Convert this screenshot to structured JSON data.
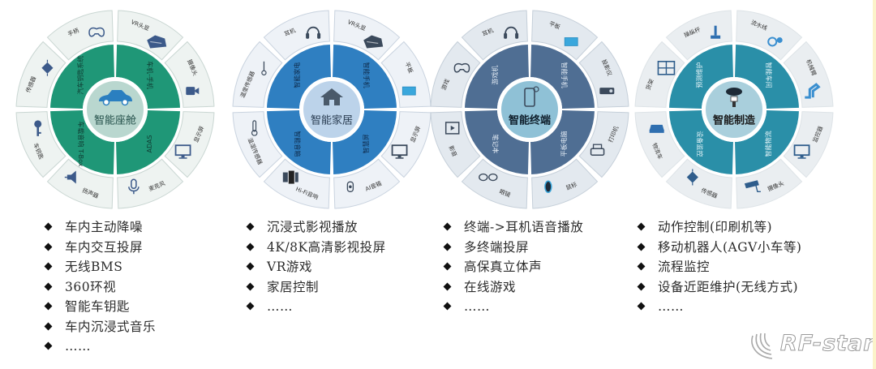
{
  "diagrams": [
    {
      "id": "cockpit",
      "center_label": "智能座舱",
      "center_icon": "car-icon",
      "colors": {
        "inner": "#1f9777",
        "center": "#b9d7cf",
        "outer": "#eef3f1",
        "outer_stroke": "#c9d6d2",
        "icon": "#3c5a8a",
        "car": "#2a7fc0",
        "center_text": "#24504a",
        "inner_text": "#0f3d33"
      },
      "inner_segments": [
        "车机-手机",
        "ADAS",
        "车载音响 T-Box",
        "汽车钥匙系统"
      ],
      "outer_segments": [
        {
          "label": "VR头显",
          "icon": "vr-headset-icon"
        },
        {
          "label": "摄像头",
          "icon": "camera-icon"
        },
        {
          "label": "显示屏",
          "icon": "monitor-icon"
        },
        {
          "label": "麦克风",
          "icon": "microphone-icon"
        },
        {
          "label": "扬声器",
          "icon": "speaker-icon"
        },
        {
          "label": "车钥匙",
          "icon": "key-icon"
        },
        {
          "label": "传感器",
          "icon": "sensor-icon"
        },
        {
          "label": "手柄",
          "icon": "gamepad-icon"
        }
      ]
    },
    {
      "id": "home",
      "center_label": "智能家居",
      "center_icon": "house-icon",
      "colors": {
        "inner": "#2f7fc1",
        "center": "#bcd3ea",
        "outer": "#eef2f7",
        "outer_stroke": "#c9d3df",
        "icon": "#3b4a5c",
        "car": "#4a5a6a",
        "center_text": "#2a3d52",
        "inner_text": "#0f2c4d"
      },
      "inner_segments": [
        "智能手机",
        "智慧屏",
        "智能音箱",
        "智能家电"
      ],
      "outer_segments": [
        {
          "label": "VR头显",
          "icon": "vr-headset-icon"
        },
        {
          "label": "平板",
          "icon": "tablet-icon"
        },
        {
          "label": "显示屏",
          "icon": "monitor-icon"
        },
        {
          "label": "AI音箱",
          "icon": "smart-speaker-icon"
        },
        {
          "label": "Hi-Fi音响",
          "icon": "hifi-speaker-icon"
        },
        {
          "label": "温湿传感器",
          "icon": "thermometer-icon"
        },
        {
          "label": "温度传感器",
          "icon": "temperature-probe-icon"
        },
        {
          "label": "耳机",
          "icon": "headphones-icon"
        }
      ]
    },
    {
      "id": "terminal",
      "center_label": "智能终端",
      "center_icon": "smartphone-icon",
      "colors": {
        "inner": "#4f6e93",
        "center": "#8fc1d6",
        "outer": "#e3e9ef",
        "outer_stroke": "#c5cfd9",
        "icon": "#3c4a5c",
        "car": "#3c4a5c",
        "center_text": "#0f1f2c",
        "inner_text": "#dfe8f2"
      },
      "inner_segments": [
        "智能手机",
        "平板电脑",
        "笔记本",
        "游戏机"
      ],
      "outer_segments": [
        {
          "label": "平板",
          "icon": "tablet-icon"
        },
        {
          "label": "投影仪",
          "icon": "projector-icon"
        },
        {
          "label": "打印机",
          "icon": "printer-icon"
        },
        {
          "label": "鼠标",
          "icon": "mouse-icon"
        },
        {
          "label": "眼镜",
          "icon": "glasses-icon"
        },
        {
          "label": "影音",
          "icon": "video-player-icon"
        },
        {
          "label": "游戏",
          "icon": "gamepad-icon"
        },
        {
          "label": "耳机",
          "icon": "headphones-icon"
        }
      ]
    },
    {
      "id": "manufacturing",
      "center_label": "智能制造",
      "center_icon": "robot-icon",
      "colors": {
        "inner": "#2a8fa8",
        "center": "#a9cfdc",
        "outer": "#eaeef1",
        "outer_stroke": "#dde3e7",
        "icon": "#2f5d8c",
        "car": "#2f6fb0",
        "center_text": "#1a1a1a",
        "inner_text": "#e6f4f8"
      },
      "inner_segments": [
        "智能车间",
        "智能物流",
        "设备监控",
        "预测维护"
      ],
      "outer_segments": [
        {
          "label": "流水线",
          "icon": "gears-icon"
        },
        {
          "label": "机械臂",
          "icon": "robot-arm-icon"
        },
        {
          "label": "监控器",
          "icon": "monitor-icon"
        },
        {
          "label": "摄像头",
          "icon": "security-camera-icon"
        },
        {
          "label": "传感器",
          "icon": "sensor-icon"
        },
        {
          "label": "物流车",
          "icon": "vehicle-icon"
        },
        {
          "label": "货架",
          "icon": "shelf-icon"
        },
        {
          "label": "操纵杆",
          "icon": "joystick-icon"
        }
      ]
    }
  ],
  "lists": [
    {
      "items": [
        "车内主动降噪",
        "车内交互投屏",
        "无线BMS",
        "360环视",
        "智能车钥匙",
        "车内沉浸式音乐",
        "……"
      ]
    },
    {
      "items": [
        "沉浸式影视播放",
        "4K/8K高清影视投屏",
        "VR游戏",
        "家居控制",
        "……"
      ]
    },
    {
      "items": [
        "终端->耳机语音播放",
        "多终端投屏",
        "高保真立体声",
        "在线游戏",
        "……"
      ]
    },
    {
      "items": [
        "动作控制(印刷机等)",
        "移动机器人(AGV小车等)",
        "流程监控",
        "设备近距维护(无线方式)",
        "……"
      ]
    }
  ],
  "watermark": {
    "text": "RF-star",
    "icon": "signal-waves-icon"
  }
}
